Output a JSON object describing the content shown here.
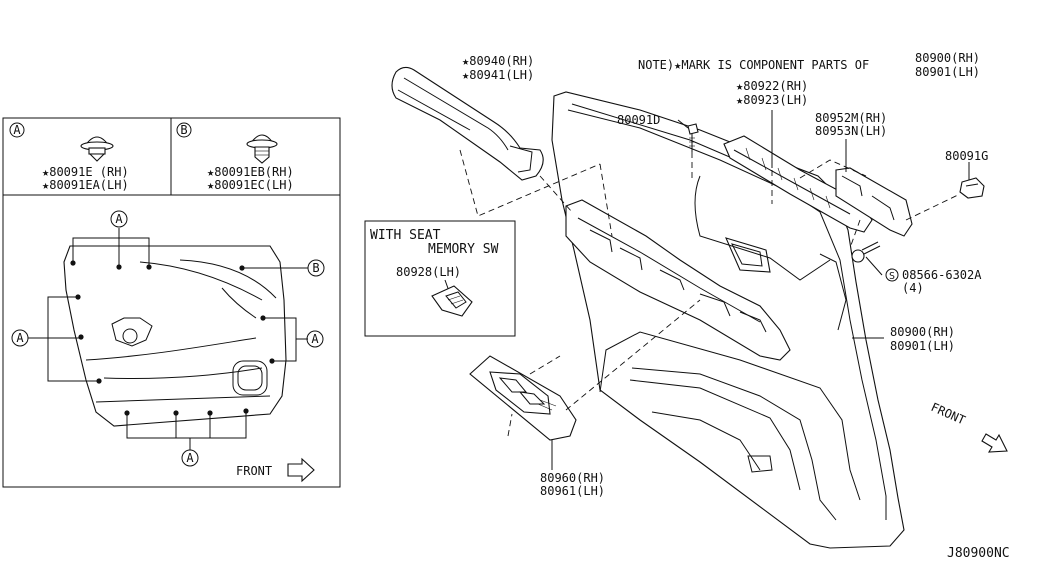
{
  "inset": {
    "clip_a": {
      "marker": "A",
      "line1": "★80091E  (RH)",
      "line2": "★80091EA(LH)"
    },
    "clip_b": {
      "marker": "B",
      "line1": "★80091EB(RH)",
      "line2": "★80091EC(LH)"
    },
    "callouts": [
      "A",
      "B",
      "A",
      "A",
      "A"
    ],
    "front_label": "FRONT"
  },
  "memory_box": {
    "line1": "WITH SEAT",
    "line2": "MEMORY SW",
    "part": "80928(LH)"
  },
  "labels": {
    "p80940_rh": "★80940(RH)",
    "p80940_lh": "★80941(LH)",
    "note_line": "NOTE)★MARK IS COMPONENT PARTS OF",
    "note_rh": "80900(RH)",
    "note_lh": "80901(LH)",
    "p80922_rh": "★80922(RH)",
    "p80922_lh": "★80923(LH)",
    "p80091d": "80091D",
    "p80952_rh": "80952M(RH)",
    "p80952_lh": "80953N(LH)",
    "p80091g": "80091G",
    "s_symbol": "S",
    "p08566": "08566-6302A",
    "p08566_qty": "(4)",
    "p80900_rh": "80900(RH)",
    "p80900_lh": "80901(LH)",
    "p80960_rh": "80960(RH)",
    "p80960_lh": "80961(LH)"
  },
  "front_label": "FRONT",
  "diagram_code": "J80900NC"
}
